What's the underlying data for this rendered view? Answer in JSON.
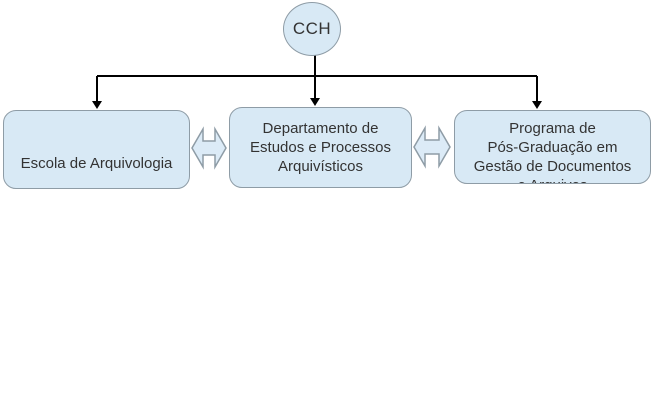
{
  "org_chart": {
    "root_label": "CCH",
    "boxes": [
      {
        "lines": [
          "Escola de Arquivologia"
        ]
      },
      {
        "lines": [
          "Departamento de",
          "Estudos e Processos",
          "Arquivísticos"
        ]
      },
      {
        "lines": [
          "Programa de",
          "Pós-Graduação em",
          "Gestão de Documentos",
          "e Arquivos"
        ]
      }
    ]
  },
  "colors": {
    "background": "#ffffff",
    "node_fill": "#d8e9f5",
    "node_border": "#8e9ca6",
    "arrow_fill": "#dcebf7",
    "arrow_border": "#8e9ca6",
    "connector": "#000000",
    "text": "#333333"
  }
}
